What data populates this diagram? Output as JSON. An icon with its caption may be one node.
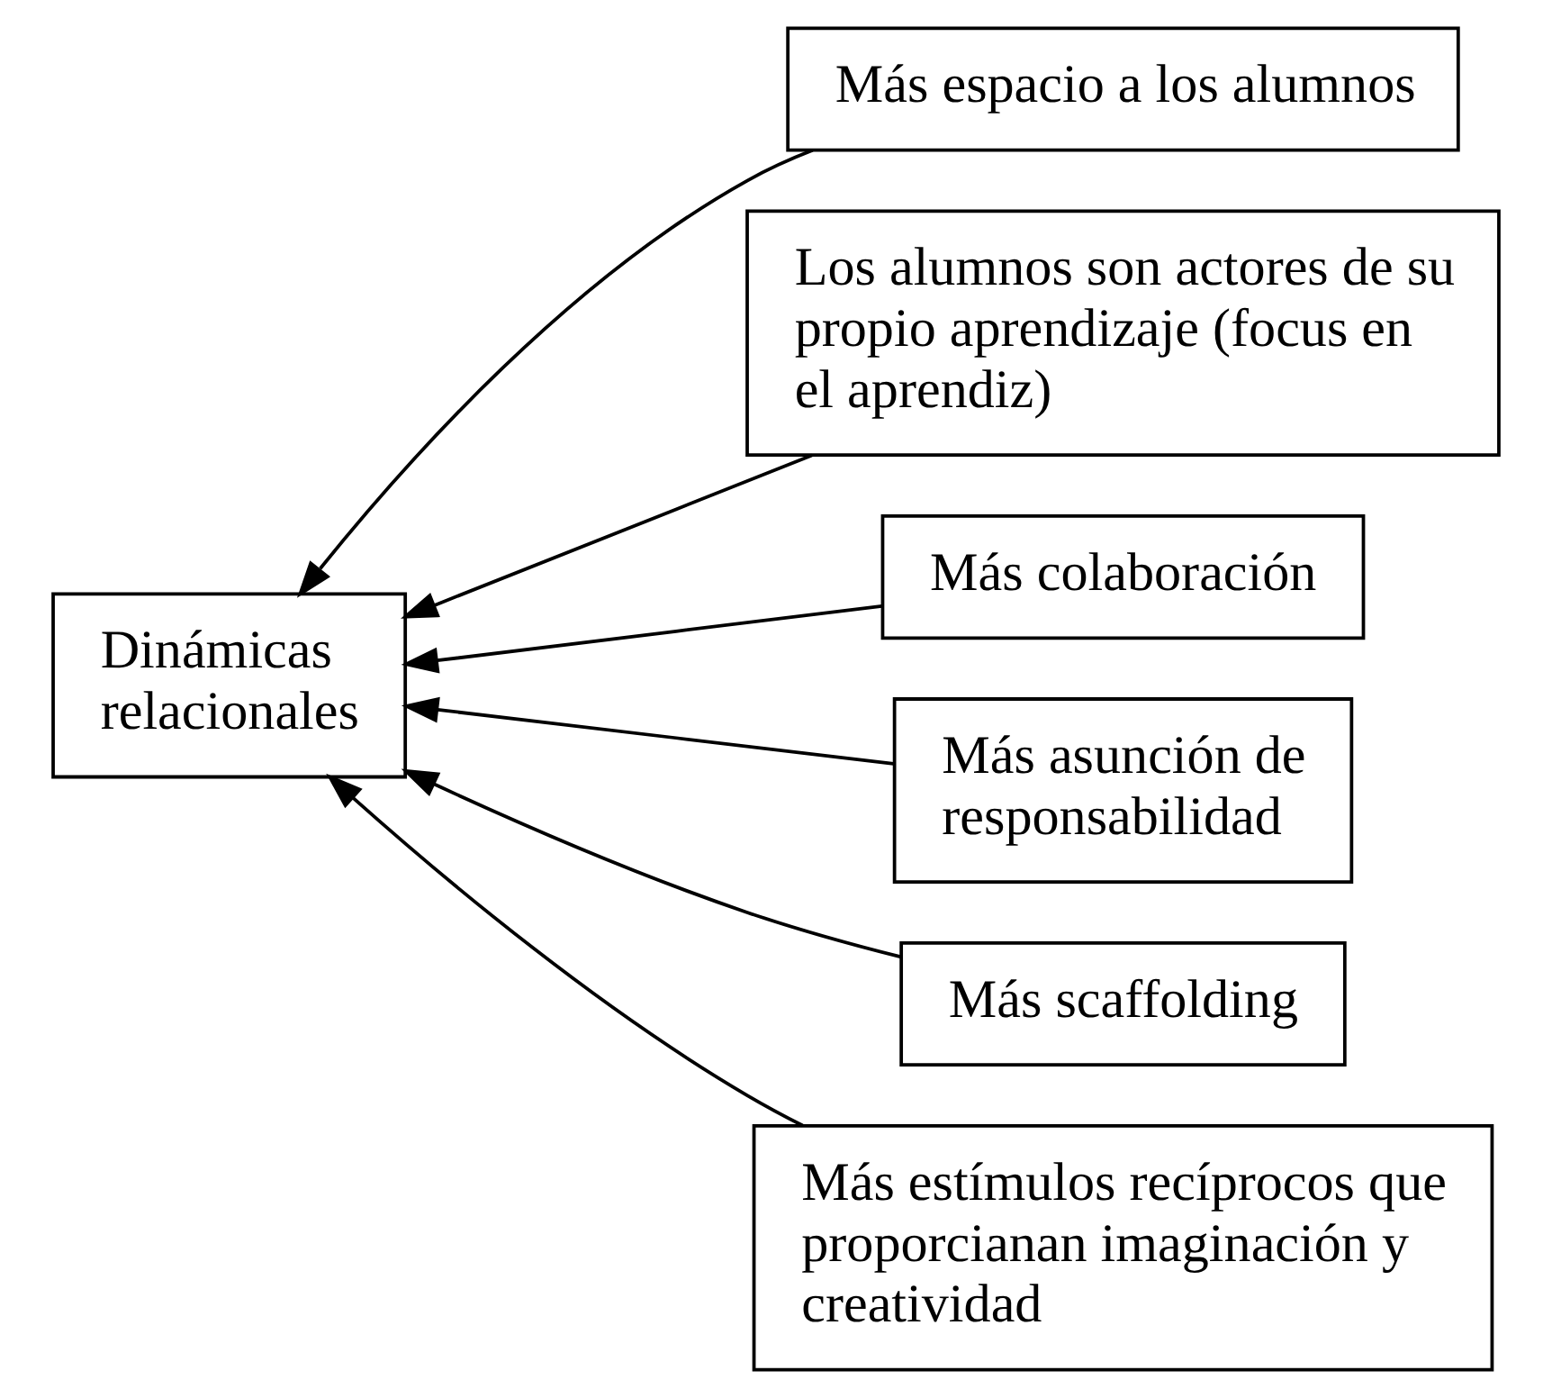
{
  "diagram": {
    "nodes": [
      {
        "text": [
          "Dinámicas relacionales"
        ]
      },
      {
        "text": [
          "Más espacio a los alumnos"
        ]
      },
      {
        "text": [
          "Los alumnos son actores de su propio aprendizaje (focus en el aprendiz)"
        ]
      },
      {
        "text": [
          "Más colaboración"
        ]
      },
      {
        "text": [
          "Más asunción de responsabilidad"
        ]
      },
      {
        "text": [
          "Más scaffolding"
        ]
      },
      {
        "text": [
          "Más estímulos recíprocos que proporcianan imaginación y creatividad"
        ]
      }
    ],
    "edges": [
      {
        "from": 1,
        "to": 0,
        "arrow": "to"
      },
      {
        "from": 2,
        "to": 0,
        "arrow": "to"
      },
      {
        "from": 3,
        "to": 0,
        "arrow": "to"
      },
      {
        "from": 4,
        "to": 0,
        "arrow": "to"
      },
      {
        "from": 5,
        "to": 0,
        "arrow": "to"
      },
      {
        "from": 6,
        "to": 0,
        "arrow": "to"
      }
    ]
  }
}
